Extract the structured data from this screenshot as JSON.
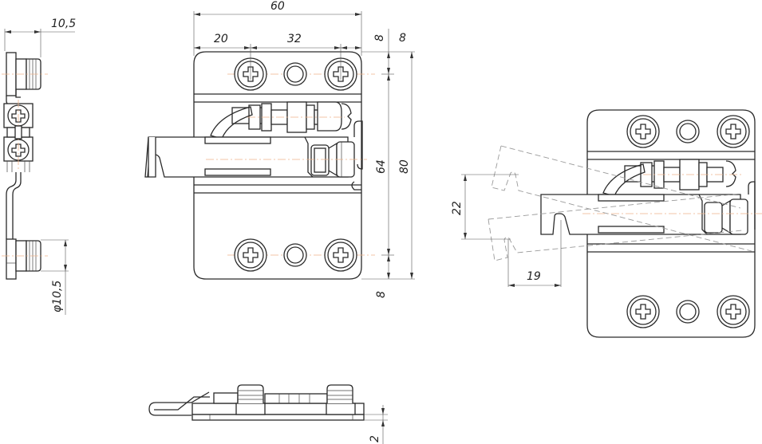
{
  "drawing": {
    "title": "Hinge assembly technical drawing",
    "views": [
      "side-view",
      "front-view",
      "rotated-view",
      "bottom-view"
    ],
    "colors": {
      "outline": "#2a2a2a",
      "dimension": "#555555",
      "centerline": "#f0b48a",
      "phantom": "#9a9a9a"
    }
  },
  "dimensions": {
    "side_width": "10,5",
    "side_diameter": "φ10,5",
    "overall_width": "60",
    "left_offset": "20",
    "hole_spacing": "32",
    "top_margin_a": "8",
    "top_margin_b": "8",
    "hole_vertical_spacing": "64",
    "overall_height": "80",
    "bottom_margin": "8",
    "swing_offset": "22",
    "swing_travel": "19",
    "plate_thickness": "2"
  }
}
